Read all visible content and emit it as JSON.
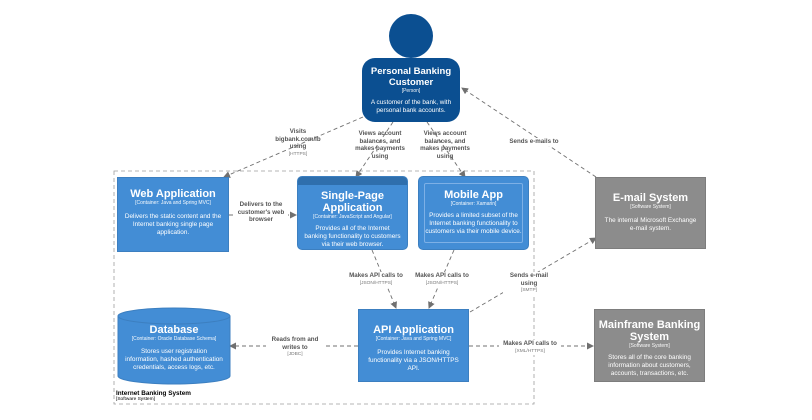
{
  "colors": {
    "person": "#0b4f91",
    "container": "#438dd5",
    "external": "#8c8c8c",
    "edge": "#707070",
    "boundary": "#9e9e9e"
  },
  "boundary": {
    "name": "Internet Banking System",
    "type": "[Software System]"
  },
  "nodes": {
    "customer": {
      "title": "Personal Banking Customer",
      "type": "[Person]",
      "desc": "A customer of the bank, with personal bank accounts."
    },
    "webapp": {
      "title": "Web Application",
      "type": "[Container: Java and Spring MVC]",
      "desc": "Delivers the static content and the Internet banking single page application."
    },
    "spa": {
      "title": "Single-Page Application",
      "type": "[Container: JavaScript and Angular]",
      "desc": "Provides all of the Internet banking functionality to customers via their web browser."
    },
    "mobile": {
      "title": "Mobile App",
      "type": "[Container: Xamarin]",
      "desc": "Provides a limited subset of the Internet banking functionality to customers via their mobile device."
    },
    "email": {
      "title": "E-mail System",
      "type": "[Software System]",
      "desc": "The internal Microsoft Exchange e-mail system."
    },
    "database": {
      "title": "Database",
      "type": "[Container: Oracle Database Schema]",
      "desc": "Stores user registration information, hashed authentication credentials, access logs, etc."
    },
    "api": {
      "title": "API Application",
      "type": "[Container: Java and Spring MVC]",
      "desc": "Provides Internet banking functionality via a JSON/HTTPS API."
    },
    "mainframe": {
      "title": "Mainframe Banking System",
      "type": "[Software System]",
      "desc": "Stores all of the core banking information about customers, accounts, transactions, etc."
    }
  },
  "edges": {
    "visits": {
      "label": "Visits bigbank.com/ib using",
      "tech": "[HTTPS]"
    },
    "views_spa": {
      "label": "Views account balances, and makes payments using",
      "tech": ""
    },
    "views_mobile": {
      "label": "Views account balances, and makes payments using",
      "tech": ""
    },
    "sends_emails": {
      "label": "Sends e-mails to",
      "tech": ""
    },
    "delivers": {
      "label": "Delivers to the customer's web browser",
      "tech": ""
    },
    "spa_api": {
      "label": "Makes API calls to",
      "tech": "[JSON/HTTPS]"
    },
    "mobile_api": {
      "label": "Makes API calls to",
      "tech": "[JSON/HTTPS]"
    },
    "sends_email_using": {
      "label": "Sends e-mail using",
      "tech": "[SMTP]"
    },
    "reads": {
      "label": "Reads from and writes to",
      "tech": "[JDBC]"
    },
    "api_mainframe": {
      "label": "Makes API calls to",
      "tech": "[XML/HTTPS]"
    }
  }
}
